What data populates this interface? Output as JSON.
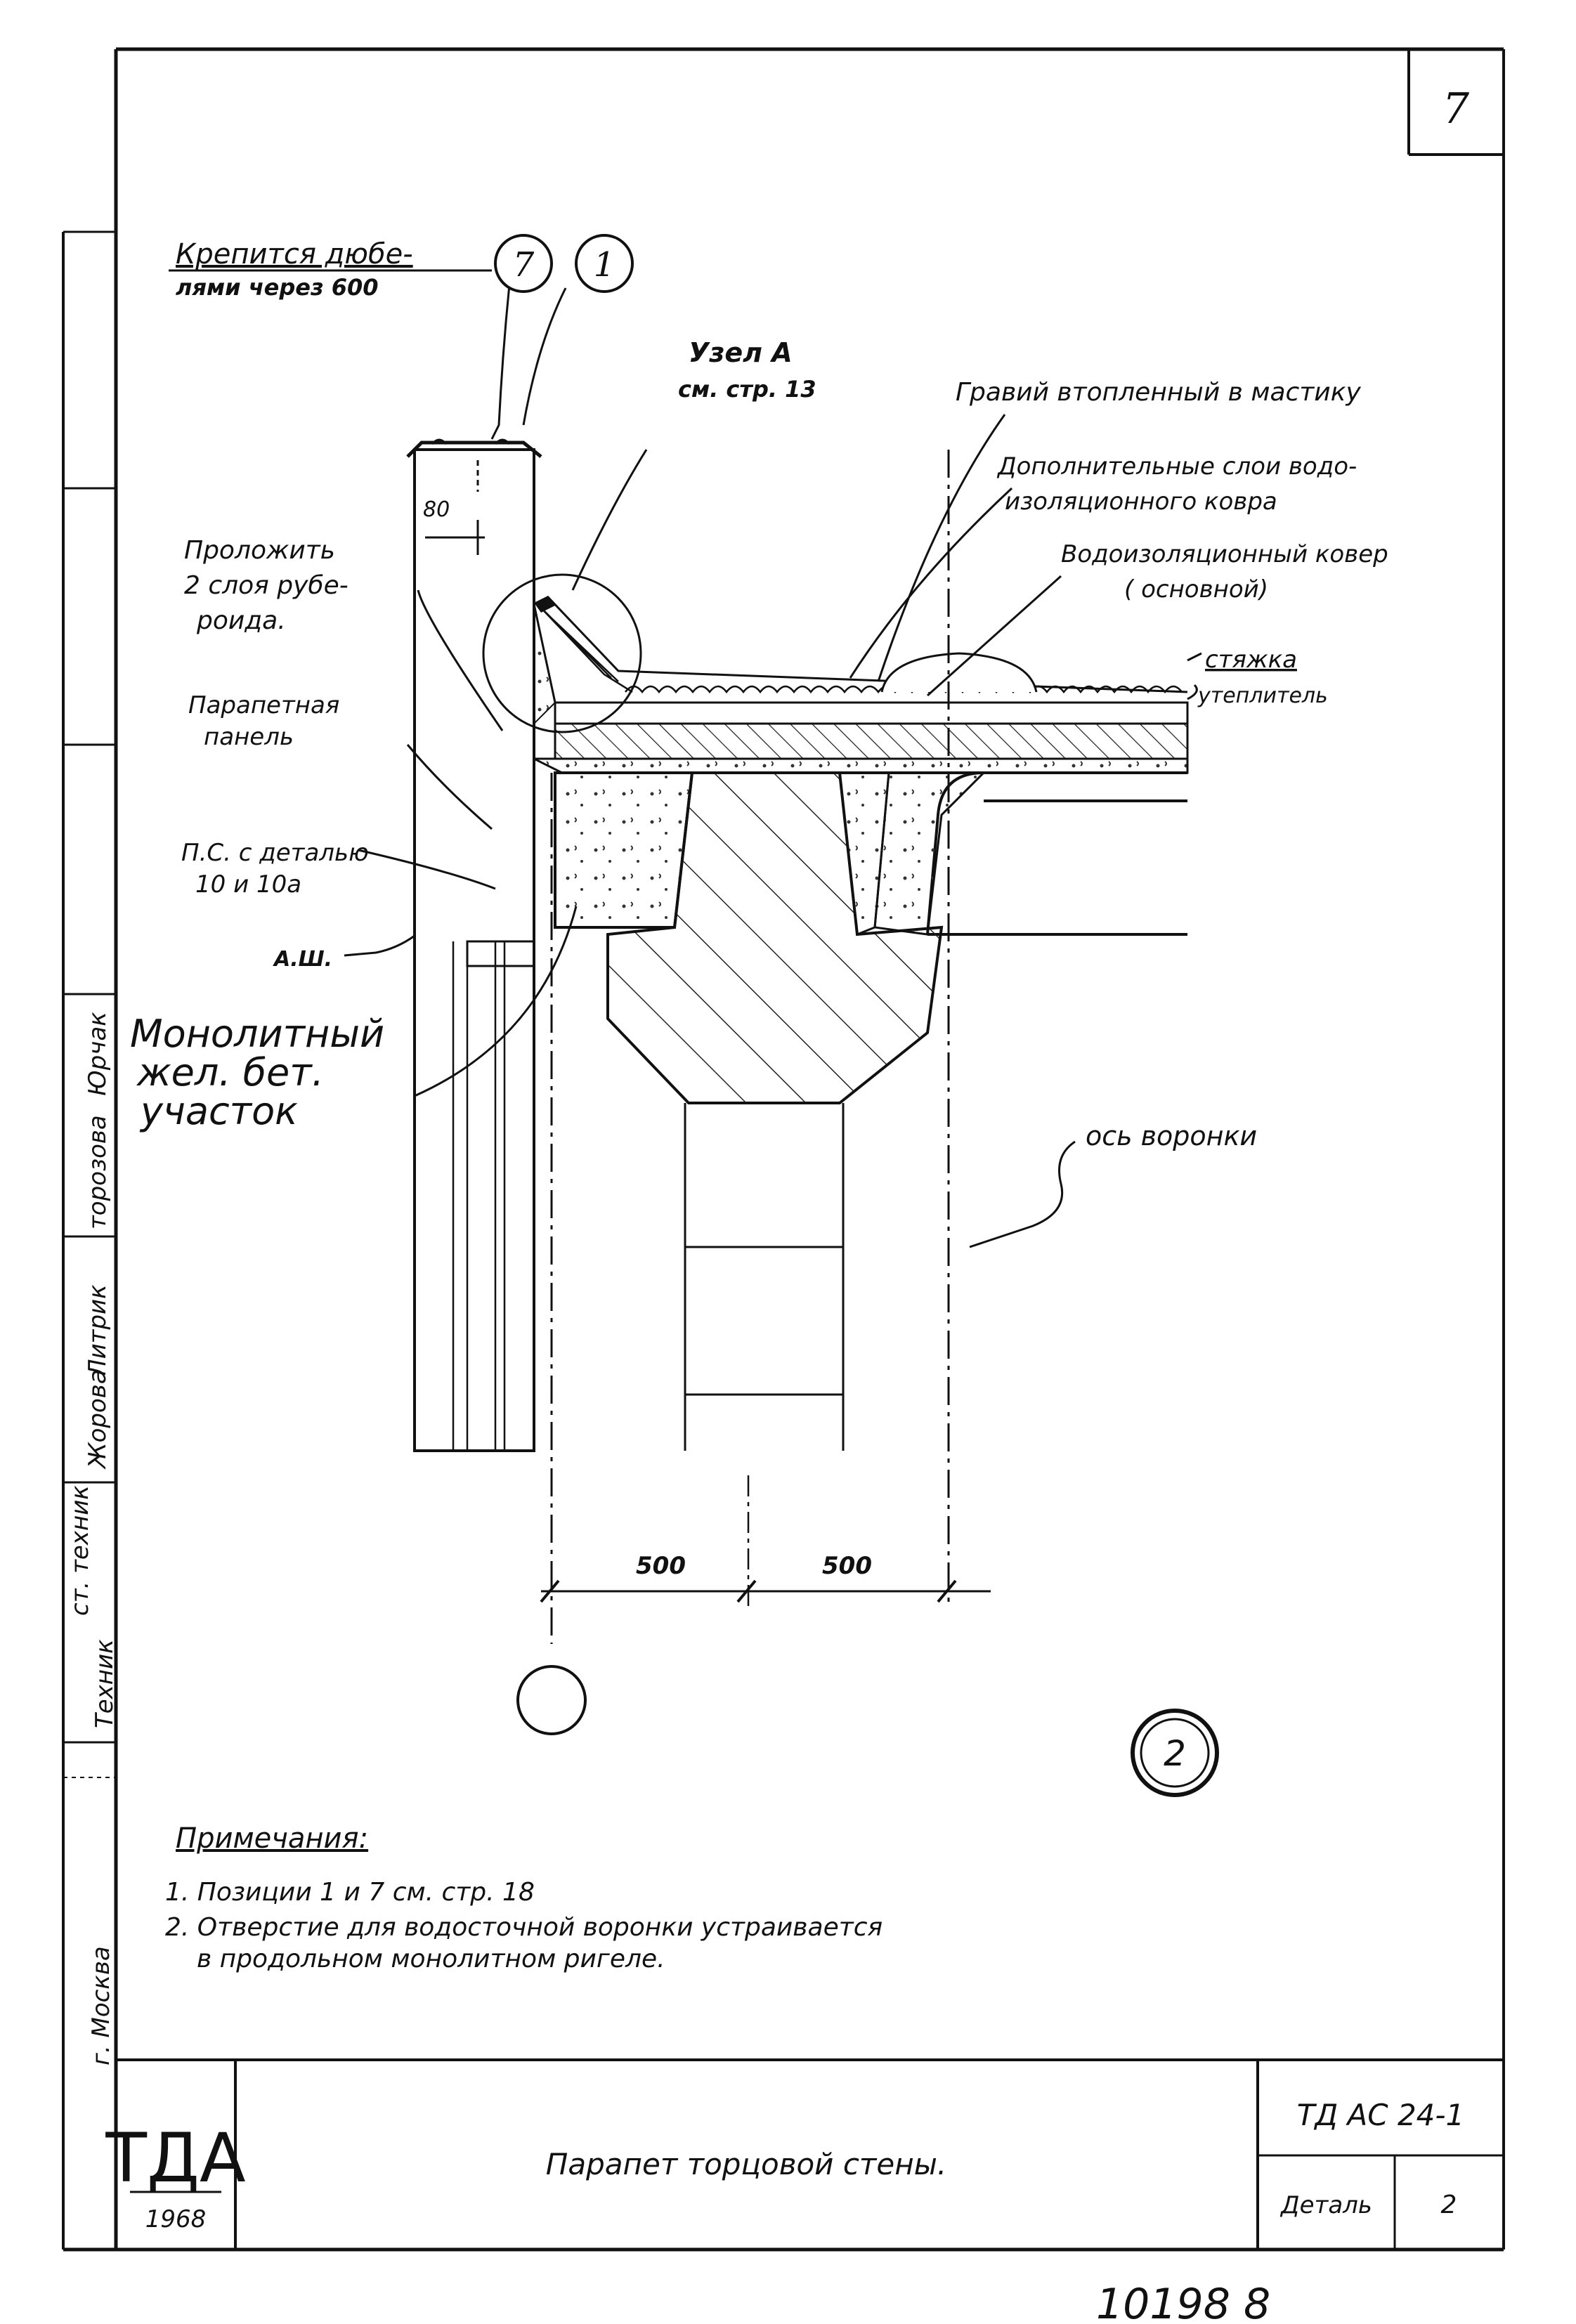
{
  "sheet": {
    "number": "7",
    "callout": "2",
    "stamp": "10198   8"
  },
  "markers": {
    "m7": "7",
    "m1": "1"
  },
  "labels": {
    "fastening_1": "Крепится дюбе-",
    "fastening_2": "лями через 600",
    "node_a_1": "Узел А",
    "node_a_2": "см. стр. 13",
    "gravel": "Гравий втопленный в мастику",
    "extra_layers_1": "Дополнительные слои водо-",
    "extra_layers_2": "изоляционного ковра",
    "main_carpet_1": "Водоизоляционный ковер",
    "main_carpet_2": "( основной)",
    "screed": "стяжка",
    "insulation": "утеплитель",
    "dim_80": "80",
    "lay_1": "Проложить",
    "lay_2": "2 слоя рубе-",
    "lay_3": "роида.",
    "parapet_1": "Парапетная",
    "parapet_2": "панель",
    "ps_1": "П.С. с деталью",
    "ps_2": "10 и 10а",
    "ash": "А.Ш.",
    "mono_1": "Монолитный",
    "mono_2": "жел. бет.",
    "mono_3": "участок",
    "funnel_axis": "ось воронки",
    "dim_500a": "500",
    "dim_500b": "500"
  },
  "notes": {
    "title": "Примечания:",
    "n1": "1. Позиции   1 и 7   см.   стр. 18",
    "n2": "2. Отверстие для водосточной воронки устраивается",
    "n3": "в продольном монолитном ригеле."
  },
  "side_stamp": {
    "c1a": "торозова",
    "c1b": "Юрчак",
    "c2a": "Жорова",
    "c2b": "Литрик",
    "c3a": "ст. техник",
    "c3b": "Техник",
    "c4": "г. Москва"
  },
  "title_block": {
    "org": "ТДА",
    "year": "1968",
    "title": "Парапет      торцовой      стены.",
    "code": "ТД АС 24-1",
    "detail_label": "Деталь",
    "detail_num": "2"
  }
}
